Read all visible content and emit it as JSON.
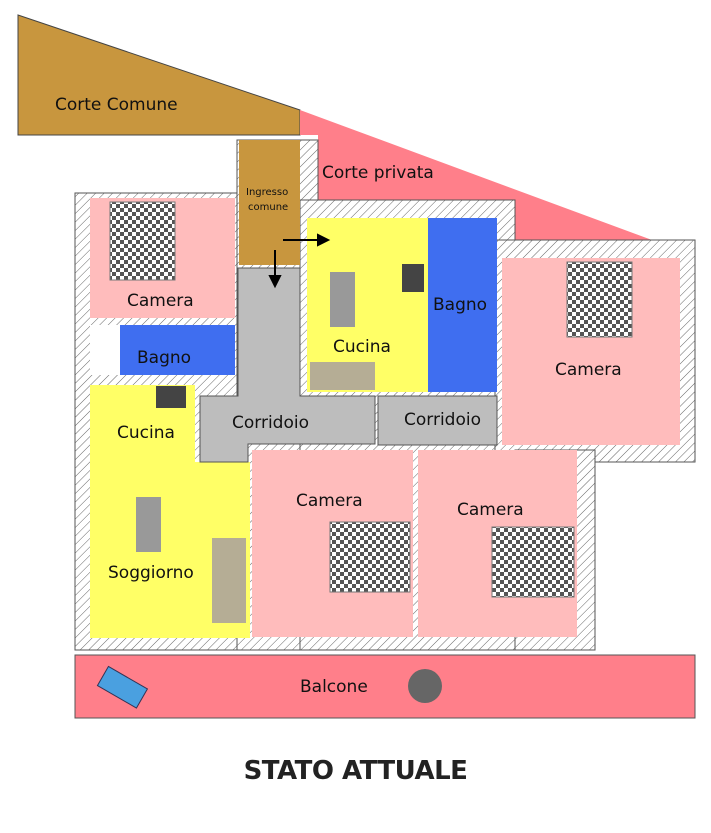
{
  "title": "STATO ATTUALE",
  "colors": {
    "corte_comune": "#c8963e",
    "corte_privata": "#ff7f8a",
    "camera": "#ffbcbc",
    "cucina": "#ffff66",
    "bagno": "#3f6ef0",
    "corridoio": "#bdbdbd",
    "balcone": "#ff7f8a"
  },
  "areas": {
    "corte_comune": "Corte Comune",
    "corte_privata": "Corte privata",
    "ingresso_line1": "Ingresso",
    "ingresso_line2": "comune",
    "camera_top_left": "Camera",
    "bagno_left": "Bagno",
    "cucina_left": "Cucina",
    "soggiorno": "Soggiorno",
    "corridoio_left": "Corridoio",
    "cucina_mid": "Cucina",
    "bagno_mid": "Bagno",
    "corridoio_right": "Corridoio",
    "camera_right": "Camera",
    "camera_mid": "Camera",
    "camera_bottom_right": "Camera",
    "balcone": "Balcone"
  }
}
